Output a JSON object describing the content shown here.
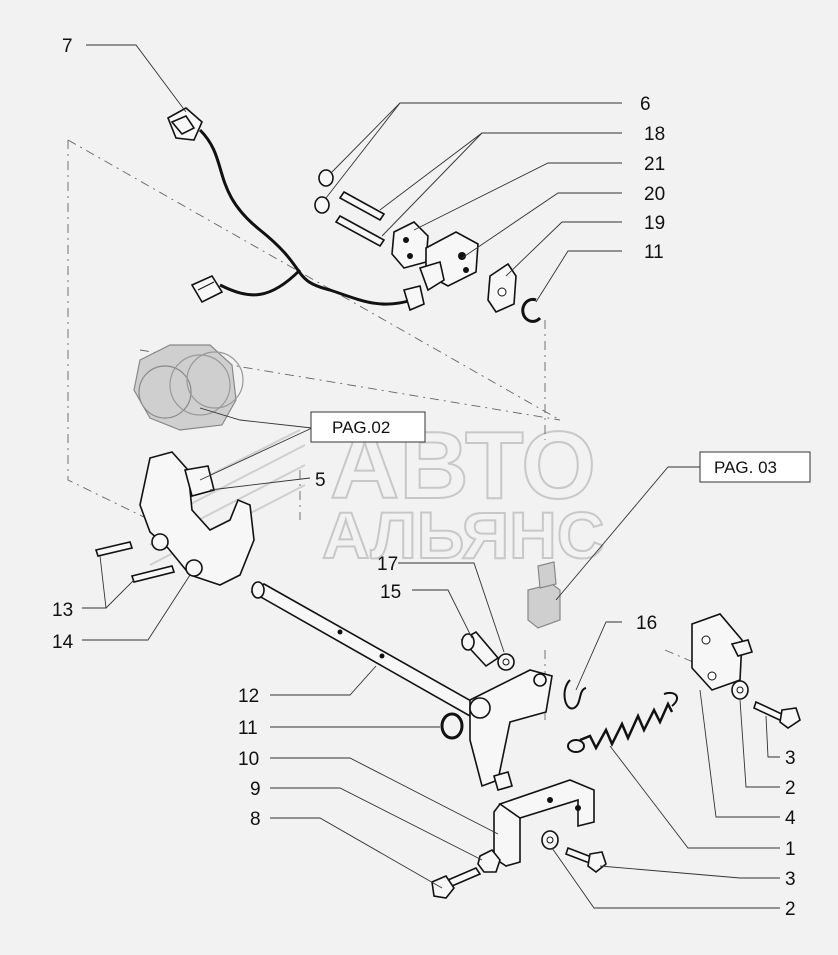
{
  "watermark": {
    "line1": "АВТО",
    "line2": "АЛЬЯНС"
  },
  "page_refs": {
    "ref_a": "PAG.02",
    "ref_b": "PAG. 03"
  },
  "callouts": {
    "c7": "7",
    "c6": "6",
    "c18": "18",
    "c21": "21",
    "c20": "20",
    "c19": "19",
    "c11_top": "11",
    "c5": "5",
    "c17": "17",
    "c15": "15",
    "c16": "16",
    "c13": "13",
    "c14": "14",
    "c12": "12",
    "c11_mid": "11",
    "c10": "10",
    "c9": "9",
    "c8": "8",
    "c3_upper": "3",
    "c2_upper": "2",
    "c4": "4",
    "c1": "1",
    "c3_lower": "3",
    "c2_lower": "2"
  },
  "colors": {
    "ink": "#111111",
    "background": "#f2f2f2",
    "watermark": "#c8c8c8"
  }
}
